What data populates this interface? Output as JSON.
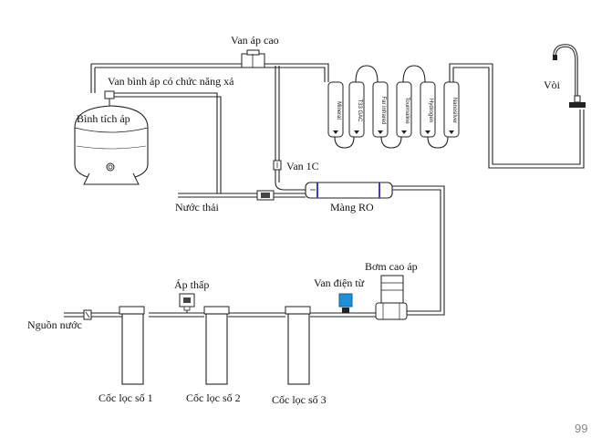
{
  "labels": {
    "high_pressure_valve": "Van áp cao",
    "pressure_tank_valve": "Van bình áp có chức năng xả",
    "pressure_tank": "Bình tích áp",
    "one_way_valve": "Van 1C",
    "waste_water": "Nước thải",
    "ro_membrane": "Màng RO",
    "faucet": "Vòi",
    "pump": "Bơm cao áp",
    "solenoid_valve": "Van điện từ",
    "low_pressure": "Áp thấp",
    "water_source": "Nguồn nước",
    "filter_cup_1": "Cốc lọc số 1",
    "filter_cup_2": "Cốc lọc số 2",
    "filter_cup_3": "Cốc lọc số 3",
    "page_number": "99"
  },
  "post_filters": [
    "Mineral",
    "T33 GAC",
    "Far infrared",
    "Tourmaline",
    "Hydrogen",
    "Nanosilver"
  ],
  "colors": {
    "line": "#222222",
    "membrane_band": "#3b3fb0",
    "solenoid": "#1f8fd6"
  }
}
